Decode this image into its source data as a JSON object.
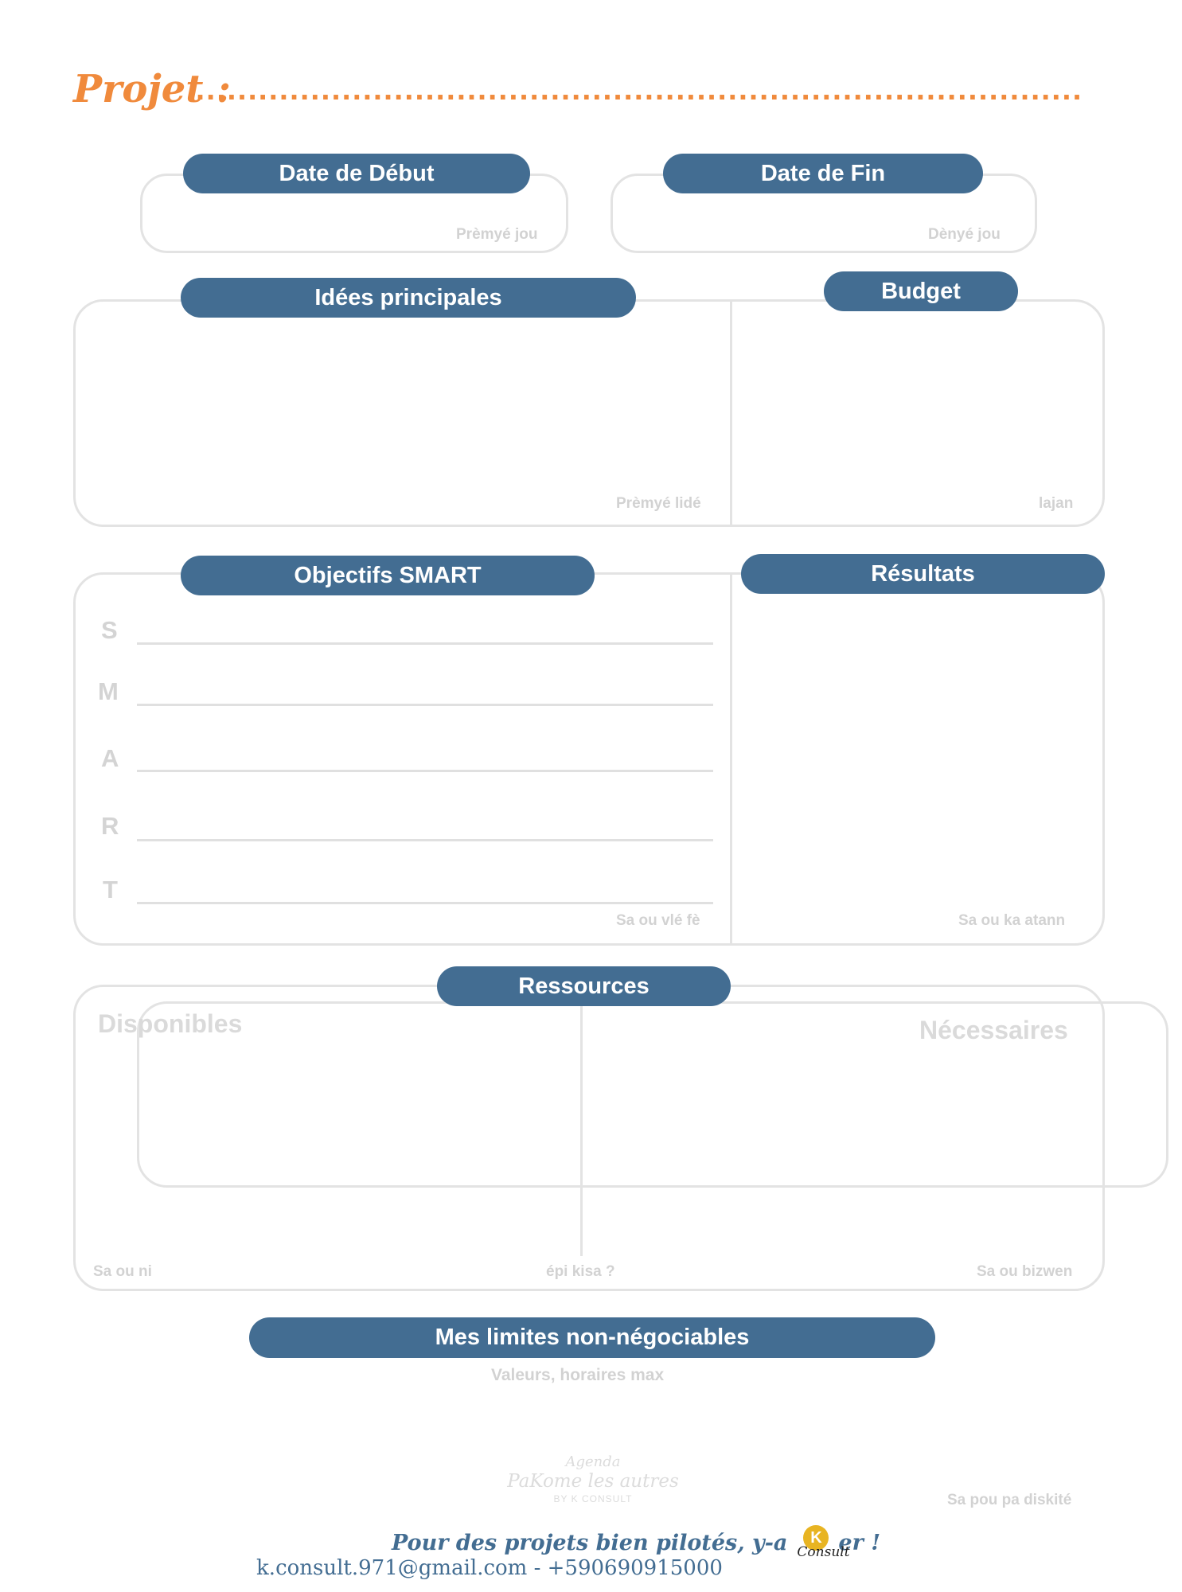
{
  "project": {
    "label": "Projet :",
    "dots": "....................................................................................."
  },
  "dates": {
    "start": {
      "title": "Date de Début",
      "hint": "Prèmyé jou"
    },
    "end": {
      "title": "Date de Fin",
      "hint": "Dènyé jou"
    }
  },
  "ideas": {
    "title": "Idées principales",
    "hint": "Prèmyé lidé"
  },
  "budget": {
    "title": "Budget",
    "hint": "lajan"
  },
  "smart": {
    "title": "Objectifs SMART",
    "letters": [
      "S",
      "M",
      "A",
      "R",
      "T"
    ],
    "hint": "Sa ou vlé fè"
  },
  "results": {
    "title": "Résultats",
    "hint": "Sa ou ka atann"
  },
  "resources": {
    "title": "Ressources",
    "available": "Disponibles",
    "needed": "Nécessaires",
    "hint_left": "Sa ou ni",
    "hint_center": "épi kisa ?",
    "hint_right": "Sa ou bizwen"
  },
  "limits": {
    "title": "Mes limites non-négociables",
    "hint": "Valeurs, horaires max"
  },
  "footer": {
    "watermark_line1": "Agenda",
    "watermark_line2": "PaKome les autres",
    "watermark_line3": "BY K CONSULT",
    "side_hint": "Sa pou pa diskité",
    "tagline_before": "Pour des projets bien pilotés, y-a",
    "badge_letter": "K",
    "badge_word": "Consult",
    "tagline_after": "er !",
    "contact": "k.consult.971@gmail.com - +590690915000"
  },
  "colors": {
    "accent_orange": "#f08a3c",
    "pill_blue": "#436d92",
    "border_grey": "#e3e3e3",
    "badge_gold": "#e8b422"
  }
}
